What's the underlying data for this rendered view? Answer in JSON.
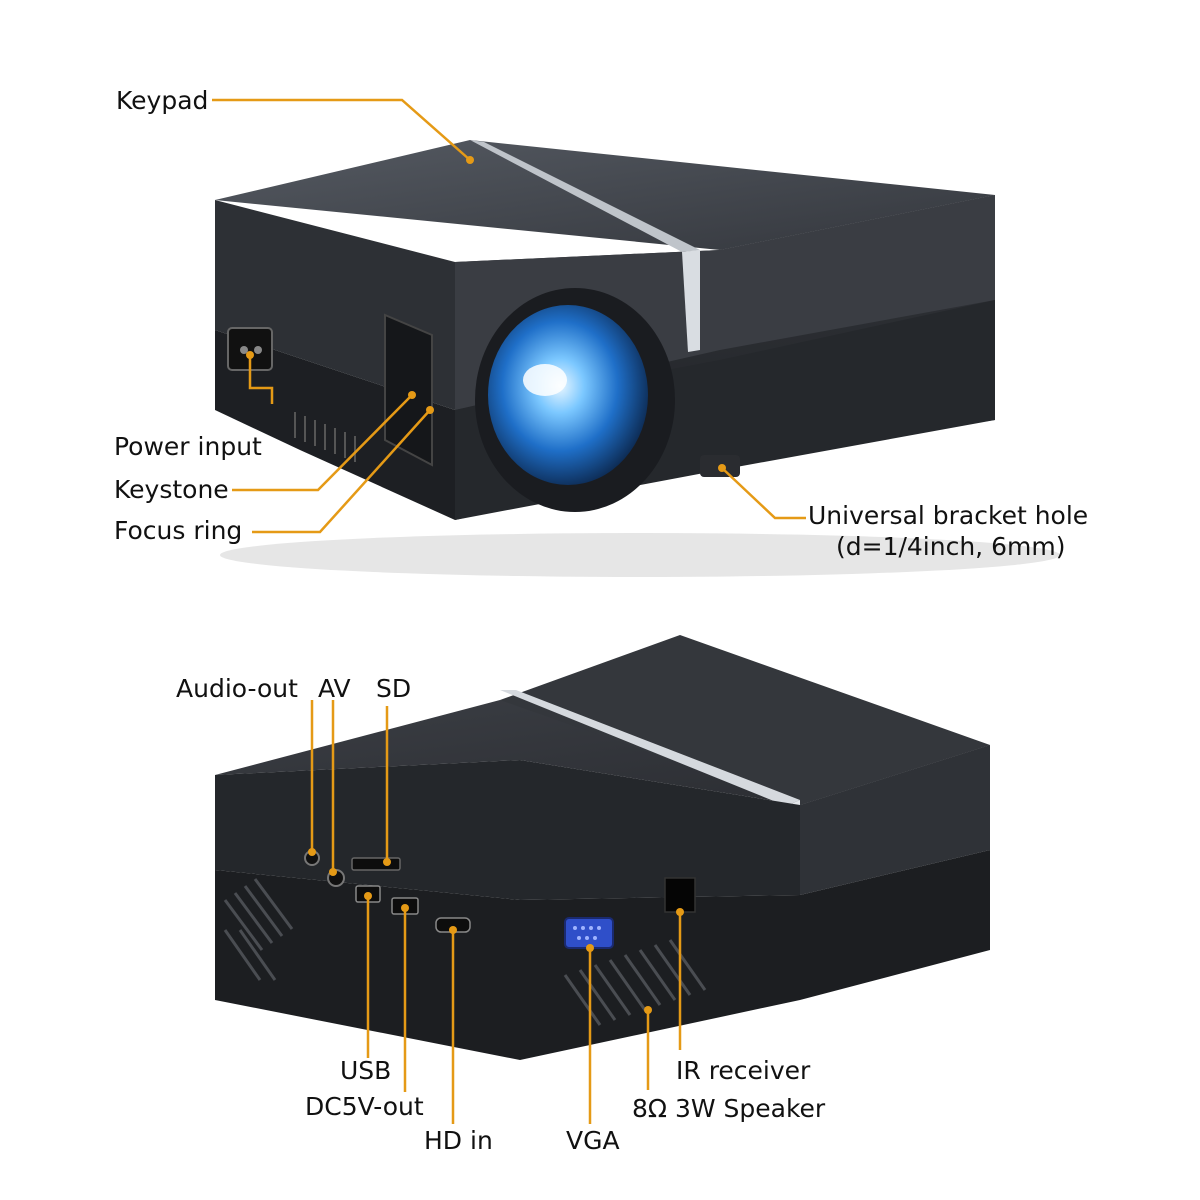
{
  "labels": {
    "keypad": "Keypad",
    "power_input": "Power input",
    "keystone": "Keystone",
    "focus_ring": "Focus ring",
    "bracket_hole_line1": "Universal bracket hole",
    "bracket_hole_line2": "(d=1/4inch, 6mm)",
    "audio_out": "Audio-out",
    "av": "AV",
    "sd": "SD",
    "usb": "USB",
    "dc5v_out": "DC5V-out",
    "hd_in": "HD in",
    "vga": "VGA",
    "ir_receiver": "IR receiver",
    "speaker": "8Ω 3W Speaker"
  },
  "colors": {
    "leader_line": "#e59a16",
    "body_dark": "#2b2e33",
    "body_top": "#4a4e55",
    "lens_glow": "#3fa9ff",
    "vga_port": "#2f4fc9"
  }
}
